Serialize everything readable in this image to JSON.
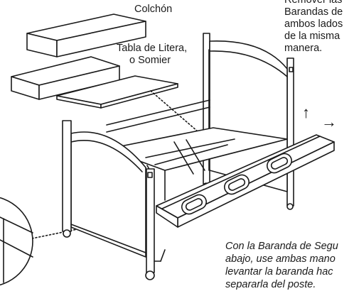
{
  "labels": {
    "mattress": "Colchón",
    "bunk_board_line1": "Tabla de Litera,",
    "bunk_board_line2": "o Somier",
    "remove_rails": [
      "Remover las",
      "Barandas de",
      "ambos lados",
      "de la misma",
      "manera."
    ],
    "instruction": [
      "Con la Baranda de Segu",
      "abajo, use ambas mano",
      "levantar la baranda hac",
      "separarla del poste."
    ]
  },
  "arrows": {
    "up": "↑",
    "right": "→"
  },
  "colors": {
    "line": "#1a1a1a",
    "background": "#ffffff",
    "fill": "#ffffff"
  }
}
